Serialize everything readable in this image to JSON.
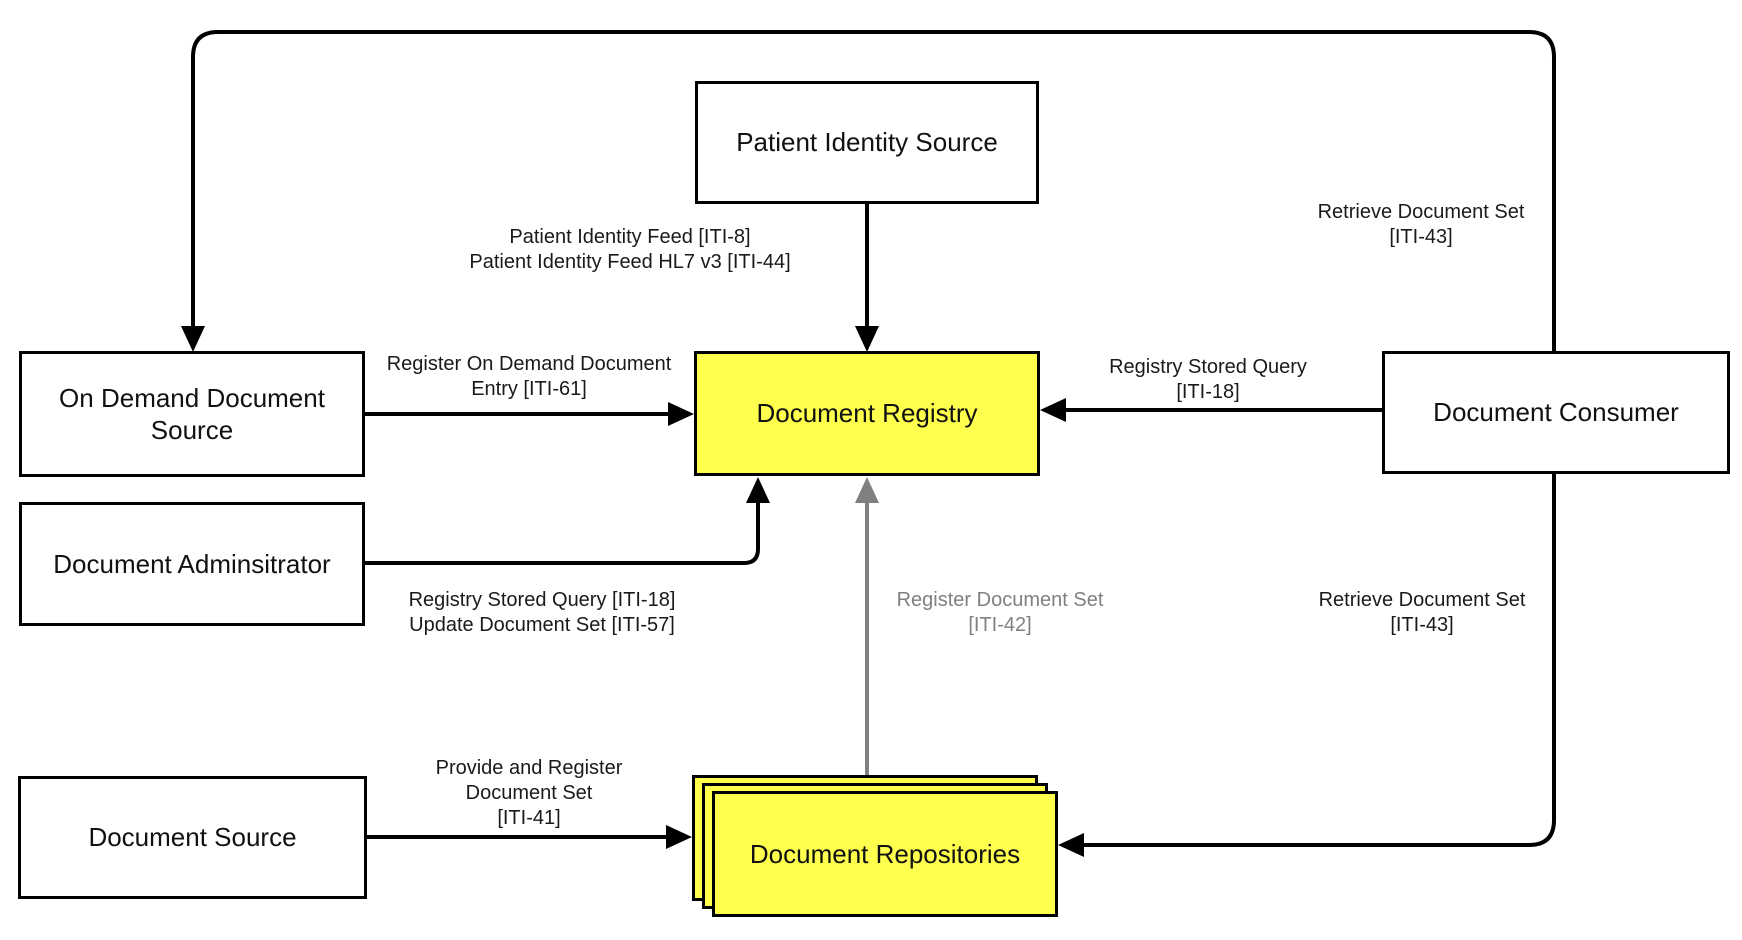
{
  "diagram": {
    "description": "IHE XDS actor and transaction diagram",
    "colors": {
      "highlight": "#FFFF4D",
      "connector": "#000000",
      "muted": "#808080",
      "background": "#ffffff",
      "border": "#000000"
    },
    "nodes": {
      "patient_identity_source": {
        "label": "Patient Identity Source"
      },
      "on_demand_document_source": {
        "label": "On Demand Document Source"
      },
      "document_registry": {
        "label": "Document Registry"
      },
      "document_consumer": {
        "label": "Document Consumer"
      },
      "document_administrator": {
        "label": "Document Adminsitrator"
      },
      "document_source": {
        "label": "Document Source"
      },
      "document_repositories": {
        "label": "Document Repositories"
      }
    },
    "edge_labels": {
      "patient_identity_feed": {
        "lines": [
          "Patient Identity Feed [ITI-8]",
          "Patient Identity Feed HL7 v3 [ITI-44]"
        ]
      },
      "retrieve_document_set_top": {
        "lines": [
          "Retrieve Document Set",
          "[ITI-43]"
        ]
      },
      "register_on_demand": {
        "lines": [
          "Register On Demand Document",
          "Entry [ITI-61]"
        ]
      },
      "registry_stored_query": {
        "lines": [
          "Registry Stored Query",
          "[ITI-18]"
        ]
      },
      "registry_stored_query_update": {
        "lines": [
          "Registry Stored Query [ITI-18]",
          "Update Document Set [ITI-57]"
        ]
      },
      "register_document_set": {
        "lines": [
          "Register Document Set",
          "[ITI-42]"
        ]
      },
      "retrieve_document_set_mid": {
        "lines": [
          "Retrieve Document Set",
          "[ITI-43]"
        ]
      },
      "provide_and_register": {
        "lines": [
          "Provide and Register",
          "Document Set",
          "[ITI-41]"
        ]
      }
    }
  }
}
